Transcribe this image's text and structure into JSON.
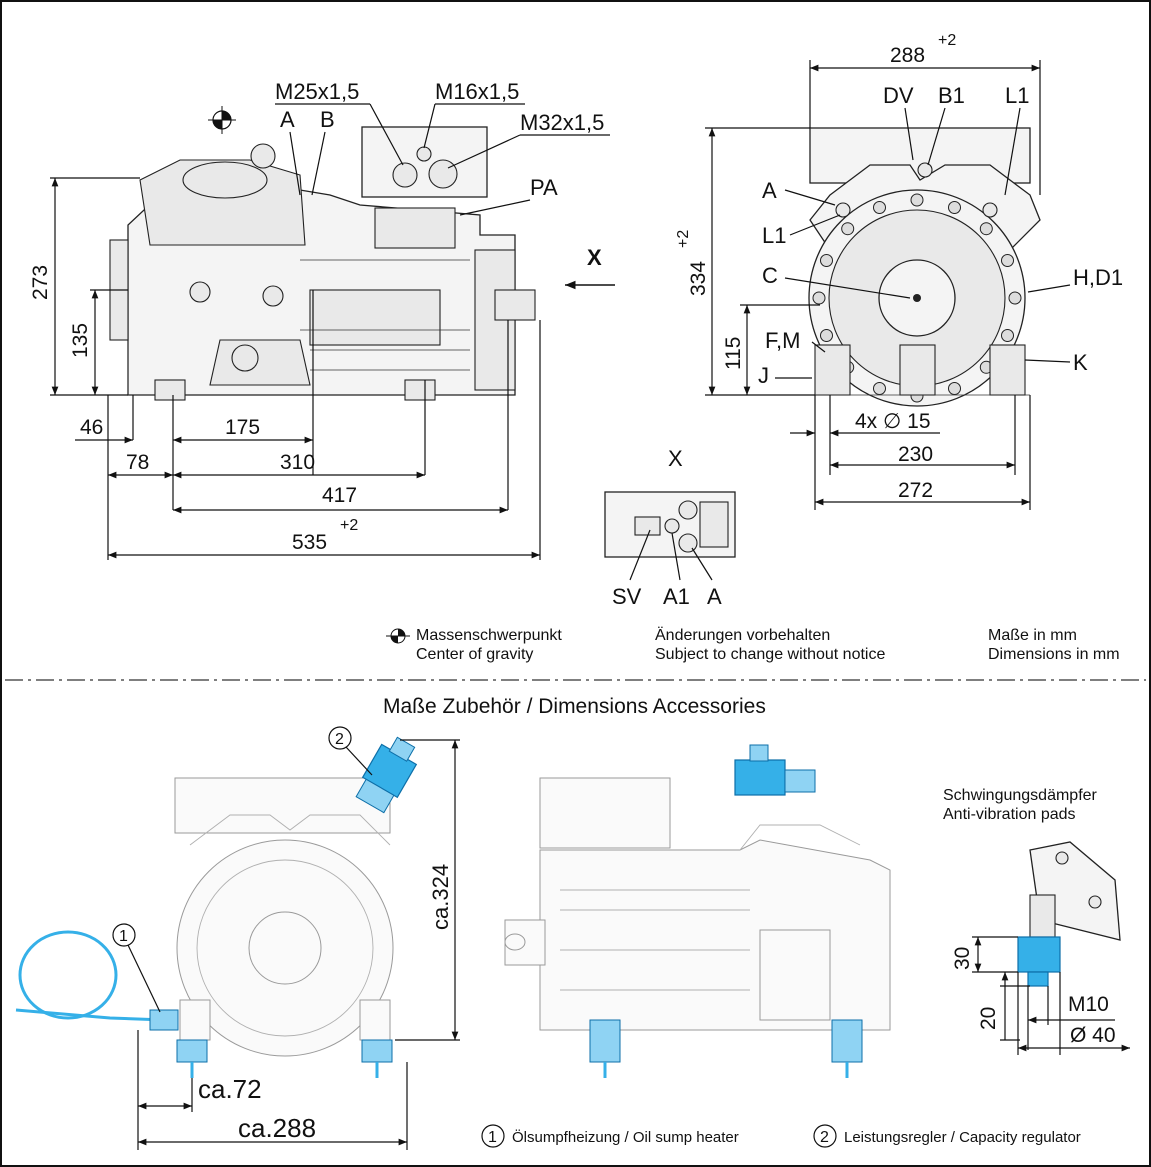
{
  "side_view": {
    "ports": [
      "M25x1,5",
      "M16x1,5",
      "M32x1,5",
      "A",
      "B",
      "PA"
    ],
    "view_arrow": "X",
    "dims": {
      "h273": "273",
      "h135": "135",
      "d46": "46",
      "d175": "175",
      "d78": "78",
      "d310": "310",
      "d417": "417",
      "d535": "535",
      "tol": "+2"
    }
  },
  "end_view": {
    "labels": [
      "DV",
      "B1",
      "L1",
      "A",
      "L1",
      "C",
      "H,D1",
      "F,M",
      "J",
      "K"
    ],
    "dims": {
      "w288": "288",
      "tol": "+2",
      "h334": "334",
      "tol2": "+2",
      "h115": "115",
      "holes": "4x ∅ 15",
      "w230": "230",
      "w272": "272"
    }
  },
  "detail_x": {
    "title": "X",
    "labels": [
      "SV",
      "A1",
      "A"
    ]
  },
  "legend": {
    "cog_de": "Massenschwerpunkt",
    "cog_en": "Center of gravity",
    "change_de": "Änderungen vorbehalten",
    "change_en": "Subject to change without notice",
    "units_de": "Maße in mm",
    "units_en": "Dimensions in mm"
  },
  "accessories": {
    "title": "Maße Zubehör / Dimensions Accessories",
    "dims": {
      "h324": "ca.324",
      "w72": "ca.72",
      "w288": "ca.288"
    },
    "callout1": "1",
    "callout2": "2",
    "pads_de": "Schwingungsdämpfer",
    "pads_en": "Anti-vibration pads",
    "pad_dims": {
      "h30": "30",
      "h20": "20",
      "thread": "M10",
      "dia": "Ø 40"
    },
    "footer1_num": "1",
    "footer1": "Ölsumpfheizung / Oil sump heater",
    "footer2_num": "2",
    "footer2": "Leistungsregler / Capacity regulator"
  },
  "colors": {
    "accessory": "#35b0e8",
    "line": "#111111"
  }
}
